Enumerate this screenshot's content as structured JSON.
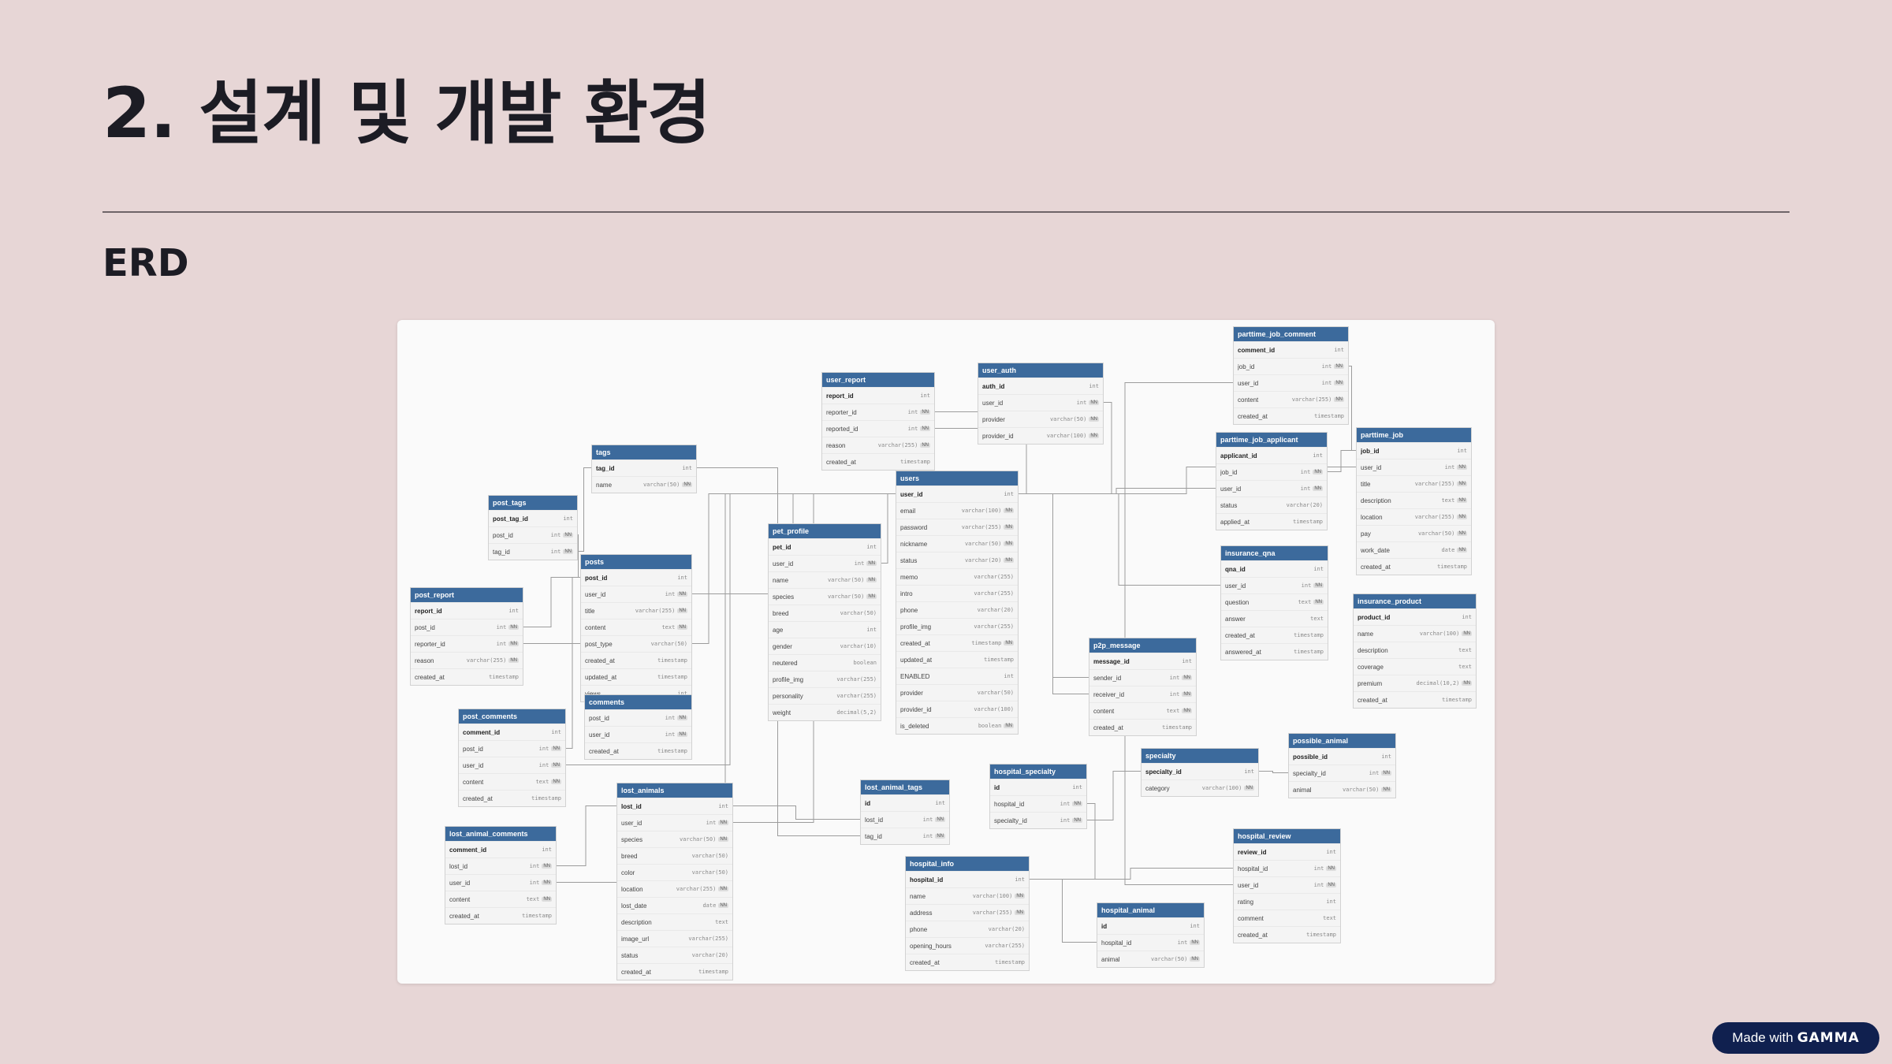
{
  "slide": {
    "title": "2. 설계 및 개발 환경",
    "section": "ERD"
  },
  "badge": {
    "made_with": "Made with",
    "brand": "GAMMA"
  },
  "erd": {
    "tables": [
      {
        "id": "parttime_job_comment",
        "name": "parttime_job_comment",
        "columns": [
          {
            "name": "comment_id",
            "type": "int",
            "pk": true
          },
          {
            "name": "job_id",
            "type": "int",
            "nn": true
          },
          {
            "name": "user_id",
            "type": "int",
            "nn": true
          },
          {
            "name": "content",
            "type": "varchar(255)",
            "nn": true
          },
          {
            "name": "created_at",
            "type": "timestamp"
          }
        ]
      },
      {
        "id": "user_auth",
        "name": "user_auth",
        "columns": [
          {
            "name": "auth_id",
            "type": "int",
            "pk": true
          },
          {
            "name": "user_id",
            "type": "int",
            "nn": true
          },
          {
            "name": "provider",
            "type": "varchar(50)",
            "nn": true
          },
          {
            "name": "provider_id",
            "type": "varchar(100)",
            "nn": true
          }
        ]
      },
      {
        "id": "user_report",
        "name": "user_report",
        "columns": [
          {
            "name": "report_id",
            "type": "int",
            "pk": true
          },
          {
            "name": "reporter_id",
            "type": "int",
            "nn": true
          },
          {
            "name": "reported_id",
            "type": "int",
            "nn": true
          },
          {
            "name": "reason",
            "type": "varchar(255)",
            "nn": true
          },
          {
            "name": "created_at",
            "type": "timestamp"
          }
        ]
      },
      {
        "id": "parttime_job",
        "name": "parttime_job",
        "columns": [
          {
            "name": "job_id",
            "type": "int",
            "pk": true
          },
          {
            "name": "user_id",
            "type": "int",
            "nn": true
          },
          {
            "name": "title",
            "type": "varchar(255)",
            "nn": true
          },
          {
            "name": "description",
            "type": "text",
            "nn": true
          },
          {
            "name": "location",
            "type": "varchar(255)",
            "nn": true
          },
          {
            "name": "pay",
            "type": "varchar(50)",
            "nn": true
          },
          {
            "name": "work_date",
            "type": "date",
            "nn": true
          },
          {
            "name": "created_at",
            "type": "timestamp"
          }
        ]
      },
      {
        "id": "parttime_job_applicant",
        "name": "parttime_job_applicant",
        "columns": [
          {
            "name": "applicant_id",
            "type": "int",
            "pk": true
          },
          {
            "name": "job_id",
            "type": "int",
            "nn": true
          },
          {
            "name": "user_id",
            "type": "int",
            "nn": true
          },
          {
            "name": "status",
            "type": "varchar(20)"
          },
          {
            "name": "applied_at",
            "type": "timestamp"
          }
        ]
      },
      {
        "id": "tags",
        "name": "tags",
        "columns": [
          {
            "name": "tag_id",
            "type": "int",
            "pk": true
          },
          {
            "name": "name",
            "type": "varchar(50)",
            "nn": true
          }
        ]
      },
      {
        "id": "users",
        "name": "users",
        "columns": [
          {
            "name": "user_id",
            "type": "int",
            "pk": true
          },
          {
            "name": "email",
            "type": "varchar(100)",
            "nn": true
          },
          {
            "name": "password",
            "type": "varchar(255)",
            "nn": true
          },
          {
            "name": "nickname",
            "type": "varchar(50)",
            "nn": true
          },
          {
            "name": "status",
            "type": "varchar(20)",
            "nn": true
          },
          {
            "name": "memo",
            "type": "varchar(255)"
          },
          {
            "name": "intro",
            "type": "varchar(255)"
          },
          {
            "name": "phone",
            "type": "varchar(20)"
          },
          {
            "name": "profile_img",
            "type": "varchar(255)"
          },
          {
            "name": "created_at",
            "type": "timestamp",
            "nn": true
          },
          {
            "name": "updated_at",
            "type": "timestamp"
          },
          {
            "name": "ENABLED",
            "type": "int"
          },
          {
            "name": "provider",
            "type": "varchar(50)"
          },
          {
            "name": "provider_id",
            "type": "varchar(100)"
          },
          {
            "name": "is_deleted",
            "type": "boolean",
            "nn": true
          }
        ]
      },
      {
        "id": "post_tags",
        "name": "post_tags",
        "columns": [
          {
            "name": "post_tag_id",
            "type": "int",
            "pk": true
          },
          {
            "name": "post_id",
            "type": "int",
            "nn": true
          },
          {
            "name": "tag_id",
            "type": "int",
            "nn": true
          }
        ]
      },
      {
        "id": "pet_profile",
        "name": "pet_profile",
        "columns": [
          {
            "name": "pet_id",
            "type": "int",
            "pk": true
          },
          {
            "name": "user_id",
            "type": "int",
            "nn": true
          },
          {
            "name": "name",
            "type": "varchar(50)",
            "nn": true
          },
          {
            "name": "species",
            "type": "varchar(50)",
            "nn": true
          },
          {
            "name": "breed",
            "type": "varchar(50)"
          },
          {
            "name": "age",
            "type": "int"
          },
          {
            "name": "gender",
            "type": "varchar(10)"
          },
          {
            "name": "neutered",
            "type": "boolean"
          },
          {
            "name": "profile_img",
            "type": "varchar(255)"
          },
          {
            "name": "personality",
            "type": "varchar(255)"
          },
          {
            "name": "weight",
            "type": "decimal(5,2)"
          }
        ]
      },
      {
        "id": "insurance_qna",
        "name": "insurance_qna",
        "columns": [
          {
            "name": "qna_id",
            "type": "int",
            "pk": true
          },
          {
            "name": "user_id",
            "type": "int",
            "nn": true
          },
          {
            "name": "question",
            "type": "text",
            "nn": true
          },
          {
            "name": "answer",
            "type": "text"
          },
          {
            "name": "created_at",
            "type": "timestamp"
          },
          {
            "name": "answered_at",
            "type": "timestamp"
          }
        ]
      },
      {
        "id": "posts",
        "name": "posts",
        "columns": [
          {
            "name": "post_id",
            "type": "int",
            "pk": true
          },
          {
            "name": "user_id",
            "type": "int",
            "nn": true
          },
          {
            "name": "title",
            "type": "varchar(255)",
            "nn": true
          },
          {
            "name": "content",
            "type": "text",
            "nn": true
          },
          {
            "name": "post_type",
            "type": "varchar(50)"
          },
          {
            "name": "created_at",
            "type": "timestamp"
          },
          {
            "name": "updated_at",
            "type": "timestamp"
          },
          {
            "name": "views",
            "type": "int"
          }
        ]
      },
      {
        "id": "insurance_product",
        "name": "insurance_product",
        "columns": [
          {
            "name": "product_id",
            "type": "int",
            "pk": true
          },
          {
            "name": "name",
            "type": "varchar(100)",
            "nn": true
          },
          {
            "name": "description",
            "type": "text"
          },
          {
            "name": "coverage",
            "type": "text"
          },
          {
            "name": "premium",
            "type": "decimal(10,2)",
            "nn": true
          },
          {
            "name": "created_at",
            "type": "timestamp"
          }
        ]
      },
      {
        "id": "post_report",
        "name": "post_report",
        "columns": [
          {
            "name": "report_id",
            "type": "int",
            "pk": true
          },
          {
            "name": "post_id",
            "type": "int",
            "nn": true
          },
          {
            "name": "reporter_id",
            "type": "int",
            "nn": true
          },
          {
            "name": "reason",
            "type": "varchar(255)",
            "nn": true
          },
          {
            "name": "created_at",
            "type": "timestamp"
          }
        ]
      },
      {
        "id": "p2p_message",
        "name": "p2p_message",
        "columns": [
          {
            "name": "message_id",
            "type": "int",
            "pk": true
          },
          {
            "name": "sender_id",
            "type": "int",
            "nn": true
          },
          {
            "name": "receiver_id",
            "type": "int",
            "nn": true
          },
          {
            "name": "content",
            "type": "text",
            "nn": true
          },
          {
            "name": "created_at",
            "type": "timestamp"
          }
        ]
      },
      {
        "id": "post_comments",
        "name": "post_comments",
        "columns": [
          {
            "name": "comment_id",
            "type": "int",
            "pk": true
          },
          {
            "name": "post_id",
            "type": "int",
            "nn": true
          },
          {
            "name": "user_id",
            "type": "int",
            "nn": true
          },
          {
            "name": "content",
            "type": "text",
            "nn": true
          },
          {
            "name": "created_at",
            "type": "timestamp"
          }
        ]
      },
      {
        "id": "comments",
        "name": "comments",
        "columns": [
          {
            "name": "post_id",
            "type": "int",
            "nn": true
          },
          {
            "name": "user_id",
            "type": "int",
            "nn": true
          },
          {
            "name": "created_at",
            "type": "timestamp"
          }
        ]
      },
      {
        "id": "possible_animal",
        "name": "possible_animal",
        "columns": [
          {
            "name": "possible_id",
            "type": "int",
            "pk": true
          },
          {
            "name": "specialty_id",
            "type": "int",
            "nn": true
          },
          {
            "name": "animal",
            "type": "varchar(50)",
            "nn": true
          }
        ]
      },
      {
        "id": "specialty",
        "name": "specialty",
        "columns": [
          {
            "name": "specialty_id",
            "type": "int",
            "pk": true
          },
          {
            "name": "category",
            "type": "varchar(100)",
            "nn": true
          }
        ]
      },
      {
        "id": "hospital_specialty",
        "name": "hospital_specialty",
        "columns": [
          {
            "name": "id",
            "type": "int",
            "pk": true
          },
          {
            "name": "hospital_id",
            "type": "int",
            "nn": true
          },
          {
            "name": "specialty_id",
            "type": "int",
            "nn": true
          }
        ]
      },
      {
        "id": "lost_animal_tags",
        "name": "lost_animal_tags",
        "columns": [
          {
            "name": "id",
            "type": "int",
            "pk": true
          },
          {
            "name": "lost_id",
            "type": "int",
            "nn": true
          },
          {
            "name": "tag_id",
            "type": "int",
            "nn": true
          }
        ]
      },
      {
        "id": "lost_animals",
        "name": "lost_animals",
        "columns": [
          {
            "name": "lost_id",
            "type": "int",
            "pk": true
          },
          {
            "name": "user_id",
            "type": "int",
            "nn": true
          },
          {
            "name": "species",
            "type": "varchar(50)",
            "nn": true
          },
          {
            "name": "breed",
            "type": "varchar(50)"
          },
          {
            "name": "color",
            "type": "varchar(50)"
          },
          {
            "name": "location",
            "type": "varchar(255)",
            "nn": true
          },
          {
            "name": "lost_date",
            "type": "date",
            "nn": true
          },
          {
            "name": "description",
            "type": "text"
          },
          {
            "name": "image_url",
            "type": "varchar(255)"
          },
          {
            "name": "status",
            "type": "varchar(20)"
          },
          {
            "name": "created_at",
            "type": "timestamp"
          }
        ]
      },
      {
        "id": "lost_animal_comments",
        "name": "lost_animal_comments",
        "columns": [
          {
            "name": "comment_id",
            "type": "int",
            "pk": true
          },
          {
            "name": "lost_id",
            "type": "int",
            "nn": true
          },
          {
            "name": "user_id",
            "type": "int",
            "nn": true
          },
          {
            "name": "content",
            "type": "text",
            "nn": true
          },
          {
            "name": "created_at",
            "type": "timestamp"
          }
        ]
      },
      {
        "id": "hospital_review",
        "name": "hospital_review",
        "columns": [
          {
            "name": "review_id",
            "type": "int",
            "pk": true
          },
          {
            "name": "hospital_id",
            "type": "int",
            "nn": true
          },
          {
            "name": "user_id",
            "type": "int",
            "nn": true
          },
          {
            "name": "rating",
            "type": "int"
          },
          {
            "name": "comment",
            "type": "text"
          },
          {
            "name": "created_at",
            "type": "timestamp"
          }
        ]
      },
      {
        "id": "hospital_info",
        "name": "hospital_info",
        "columns": [
          {
            "name": "hospital_id",
            "type": "int",
            "pk": true
          },
          {
            "name": "name",
            "type": "varchar(100)",
            "nn": true
          },
          {
            "name": "address",
            "type": "varchar(255)",
            "nn": true
          },
          {
            "name": "phone",
            "type": "varchar(20)"
          },
          {
            "name": "opening_hours",
            "type": "varchar(255)"
          },
          {
            "name": "created_at",
            "type": "timestamp"
          }
        ]
      },
      {
        "id": "hospital_animal",
        "name": "hospital_animal",
        "columns": [
          {
            "name": "id",
            "type": "int",
            "pk": true
          },
          {
            "name": "hospital_id",
            "type": "int",
            "nn": true
          },
          {
            "name": "animal",
            "type": "varchar(50)",
            "nn": true
          }
        ]
      }
    ],
    "relations": [
      {
        "from": "user_auth.user_id",
        "to": "users.user_id"
      },
      {
        "from": "user_report.reporter_id",
        "to": "users.user_id"
      },
      {
        "from": "user_report.reported_id",
        "to": "users.user_id"
      },
      {
        "from": "pet_profile.user_id",
        "to": "users.user_id"
      },
      {
        "from": "posts.user_id",
        "to": "users.user_id"
      },
      {
        "from": "post_tags.post_id",
        "to": "posts.post_id"
      },
      {
        "from": "post_tags.tag_id",
        "to": "tags.tag_id"
      },
      {
        "from": "post_report.post_id",
        "to": "posts.post_id"
      },
      {
        "from": "post_report.reporter_id",
        "to": "users.user_id"
      },
      {
        "from": "post_comments.post_id",
        "to": "posts.post_id"
      },
      {
        "from": "post_comments.user_id",
        "to": "users.user_id"
      },
      {
        "from": "lost_animals.user_id",
        "to": "users.user_id"
      },
      {
        "from": "lost_animal_comments.lost_id",
        "to": "lost_animals.lost_id"
      },
      {
        "from": "lost_animal_comments.user_id",
        "to": "users.user_id"
      },
      {
        "from": "lost_animal_tags.lost_id",
        "to": "lost_animals.lost_id"
      },
      {
        "from": "lost_animal_tags.tag_id",
        "to": "tags.tag_id"
      },
      {
        "from": "parttime_job.user_id",
        "to": "users.user_id"
      },
      {
        "from": "parttime_job_applicant.job_id",
        "to": "parttime_job.job_id"
      },
      {
        "from": "parttime_job_applicant.user_id",
        "to": "users.user_id"
      },
      {
        "from": "parttime_job_comment.job_id",
        "to": "parttime_job.job_id"
      },
      {
        "from": "parttime_job_comment.user_id",
        "to": "users.user_id"
      },
      {
        "from": "insurance_qna.user_id",
        "to": "users.user_id"
      },
      {
        "from": "p2p_message.sender_id",
        "to": "users.user_id"
      },
      {
        "from": "p2p_message.receiver_id",
        "to": "users.user_id"
      },
      {
        "from": "hospital_specialty.hospital_id",
        "to": "hospital_info.hospital_id"
      },
      {
        "from": "hospital_specialty.specialty_id",
        "to": "specialty.specialty_id"
      },
      {
        "from": "possible_animal.specialty_id",
        "to": "specialty.specialty_id"
      },
      {
        "from": "hospital_review.hospital_id",
        "to": "hospital_info.hospital_id"
      },
      {
        "from": "hospital_review.user_id",
        "to": "users.user_id"
      },
      {
        "from": "hospital_animal.hospital_id",
        "to": "hospital_info.hospital_id"
      }
    ]
  }
}
